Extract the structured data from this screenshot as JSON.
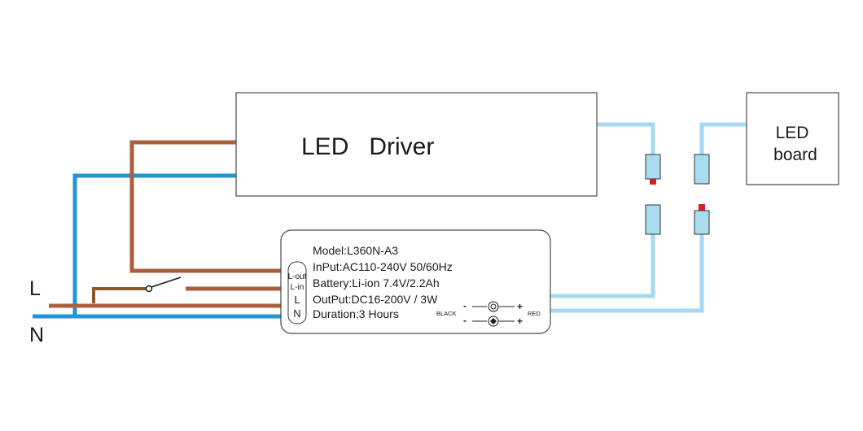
{
  "led_driver": {
    "label": "LED   Driver"
  },
  "led_board": {
    "line1": "LED",
    "line2": "board"
  },
  "module": {
    "model": "Model:L360N-A3",
    "input": "InPut:AC110-240V 50/60Hz",
    "battery": "Battery:Li-ion 7.4V/2.2Ah",
    "output": "OutPut:DC16-200V / 3W",
    "duration": "Duration:3 Hours",
    "terminals": [
      "L-out",
      "L-in",
      "L",
      "N"
    ],
    "output_terminal": {
      "black_label": "BLACK",
      "red_label": "RED",
      "minus_sign": "-",
      "plus_sign": "+"
    }
  },
  "mains": {
    "line_label": "L",
    "neutral_label": "N"
  },
  "colors": {
    "live_wire": "#a8603d",
    "neutral_wire": "#2196d3",
    "switch_wire": "#8b5a2b",
    "dc_wire": "#a6d9f1",
    "connector_fill": "#a9dcef",
    "connector_pin": "#d11f2a",
    "outline": "#4a4a4a"
  }
}
